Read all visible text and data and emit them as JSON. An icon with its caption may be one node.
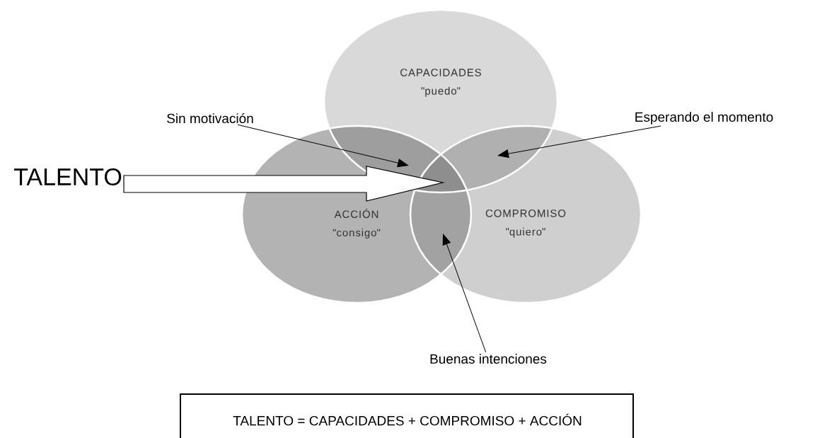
{
  "diagram": {
    "nodes": [
      {
        "text": [
          "CAPACIDADES",
          "\"puedo\""
        ]
      },
      {
        "text": [
          "ACCIÓN",
          "\"consigo\""
        ]
      },
      {
        "text": [
          "COMPROMISO",
          "\"quiero\""
        ]
      },
      {
        "text": [
          "Sin motivación"
        ]
      },
      {
        "text": [
          "Esperando el momento"
        ]
      },
      {
        "text": [
          "Buenas intenciones"
        ]
      },
      {
        "text": [
          "TALENTO"
        ]
      },
      {
        "text": [
          "TALENTO = CAPACIDADES + COMPROMISO + ACCIÓN"
        ]
      }
    ],
    "edges": [
      {
        "from": 6,
        "to": null,
        "arrow": "to"
      },
      {
        "from": 3,
        "to": 1,
        "arrow": "to"
      },
      {
        "from": 4,
        "to": 2,
        "arrow": "to"
      },
      {
        "from": 5,
        "to": 1,
        "arrow": "to"
      }
    ]
  }
}
